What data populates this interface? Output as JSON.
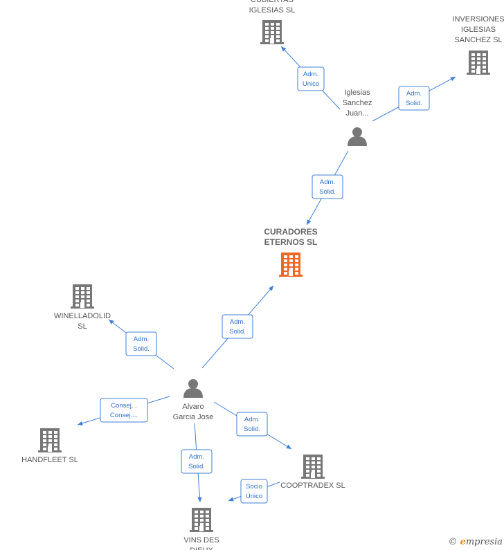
{
  "colors": {
    "edge": "#3f7fd4",
    "building": "#777777",
    "building_main": "#f26522",
    "person": "#777777"
  },
  "nodes": [
    {
      "id": "cubiertas",
      "type": "company",
      "lines": [
        "CUBIERTAS",
        "IGLESIAS SL"
      ]
    },
    {
      "id": "inversiones",
      "type": "company",
      "lines": [
        "INVERSIONES",
        "IGLESIAS",
        "SANCHEZ SL"
      ]
    },
    {
      "id": "iglesias",
      "type": "person",
      "lines": [
        "Iglesias",
        "Sanchez",
        "Juan..."
      ]
    },
    {
      "id": "curadores",
      "type": "company",
      "main": true,
      "lines": [
        "CURADORES",
        "ETERNOS  SL"
      ]
    },
    {
      "id": "winelladolid",
      "type": "company",
      "lines": [
        "WINELLADOLID",
        "SL"
      ]
    },
    {
      "id": "alvaro",
      "type": "person",
      "lines": [
        "Alvaro",
        "Garcia Jose"
      ]
    },
    {
      "id": "handfleet",
      "type": "company",
      "lines": [
        "HANDFLEET  SL"
      ]
    },
    {
      "id": "cooptradex",
      "type": "company",
      "lines": [
        "COOPTRADEX SL"
      ]
    },
    {
      "id": "vins",
      "type": "company",
      "lines": [
        "VINS DES",
        "DIEUX"
      ]
    }
  ],
  "edges": [
    {
      "from": "iglesias",
      "to": "cubiertas",
      "label": [
        "Adm.",
        "Unico"
      ]
    },
    {
      "from": "iglesias",
      "to": "inversiones",
      "label": [
        "Adm.",
        "Solid."
      ]
    },
    {
      "from": "iglesias",
      "to": "curadores",
      "label": [
        "Adm.",
        "Solid."
      ]
    },
    {
      "from": "alvaro",
      "to": "curadores",
      "label": [
        "Adm.",
        "Solid."
      ]
    },
    {
      "from": "alvaro",
      "to": "winelladolid",
      "label": [
        "Adm.",
        "Solid."
      ]
    },
    {
      "from": "alvaro",
      "to": "handfleet",
      "label": [
        "Consej. .",
        "Consej...."
      ]
    },
    {
      "from": "alvaro",
      "to": "cooptradex",
      "label": [
        "Adm.",
        "Solid."
      ]
    },
    {
      "from": "alvaro",
      "to": "vins",
      "label": [
        "Adm.",
        "Solid."
      ]
    },
    {
      "from": "cooptradex",
      "to": "vins",
      "label": [
        "Socio",
        "Único"
      ]
    }
  ],
  "watermark": {
    "symbol": "©",
    "brand_initial": "e",
    "brand_rest": "mpresia"
  }
}
